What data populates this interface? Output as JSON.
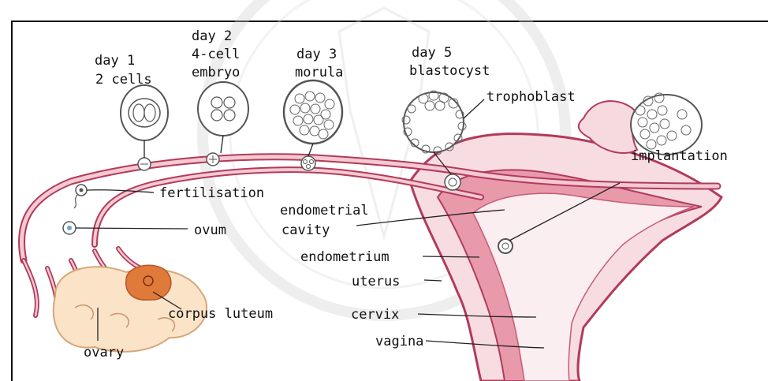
{
  "labels": {
    "day1_title": "day 1",
    "day1_sub": "2 cells",
    "day2_title": "day 2",
    "day2_sub1": "4-cell",
    "day2_sub2": "embryo",
    "day3_title": "day 3",
    "day3_sub": "morula",
    "day5_title": "day 5",
    "day5_sub": "blastocyst",
    "trophoblast": "trophoblast",
    "implantation": "implantation",
    "fertilisation": "fertilisation",
    "endometrial_1": "endometrial",
    "endometrial_2": "cavity",
    "ovum": "ovum",
    "endometrium": "endometrium",
    "uterus": "uterus",
    "cervix": "cervix",
    "corpus_luteum": "corpus luteum",
    "vagina": "vagina",
    "ovary": "ovary"
  },
  "colors": {
    "tube_outline": "#b23a5a",
    "tube_fill": "#f3c9d2",
    "uterus_fill": "#f7dde2",
    "endometrium_fill": "#e89aab",
    "ovary_fill": "#fbe3c8",
    "corpus_luteum": "#e07a3a",
    "ink": "#222222",
    "watermark": "#d9d9d9"
  }
}
